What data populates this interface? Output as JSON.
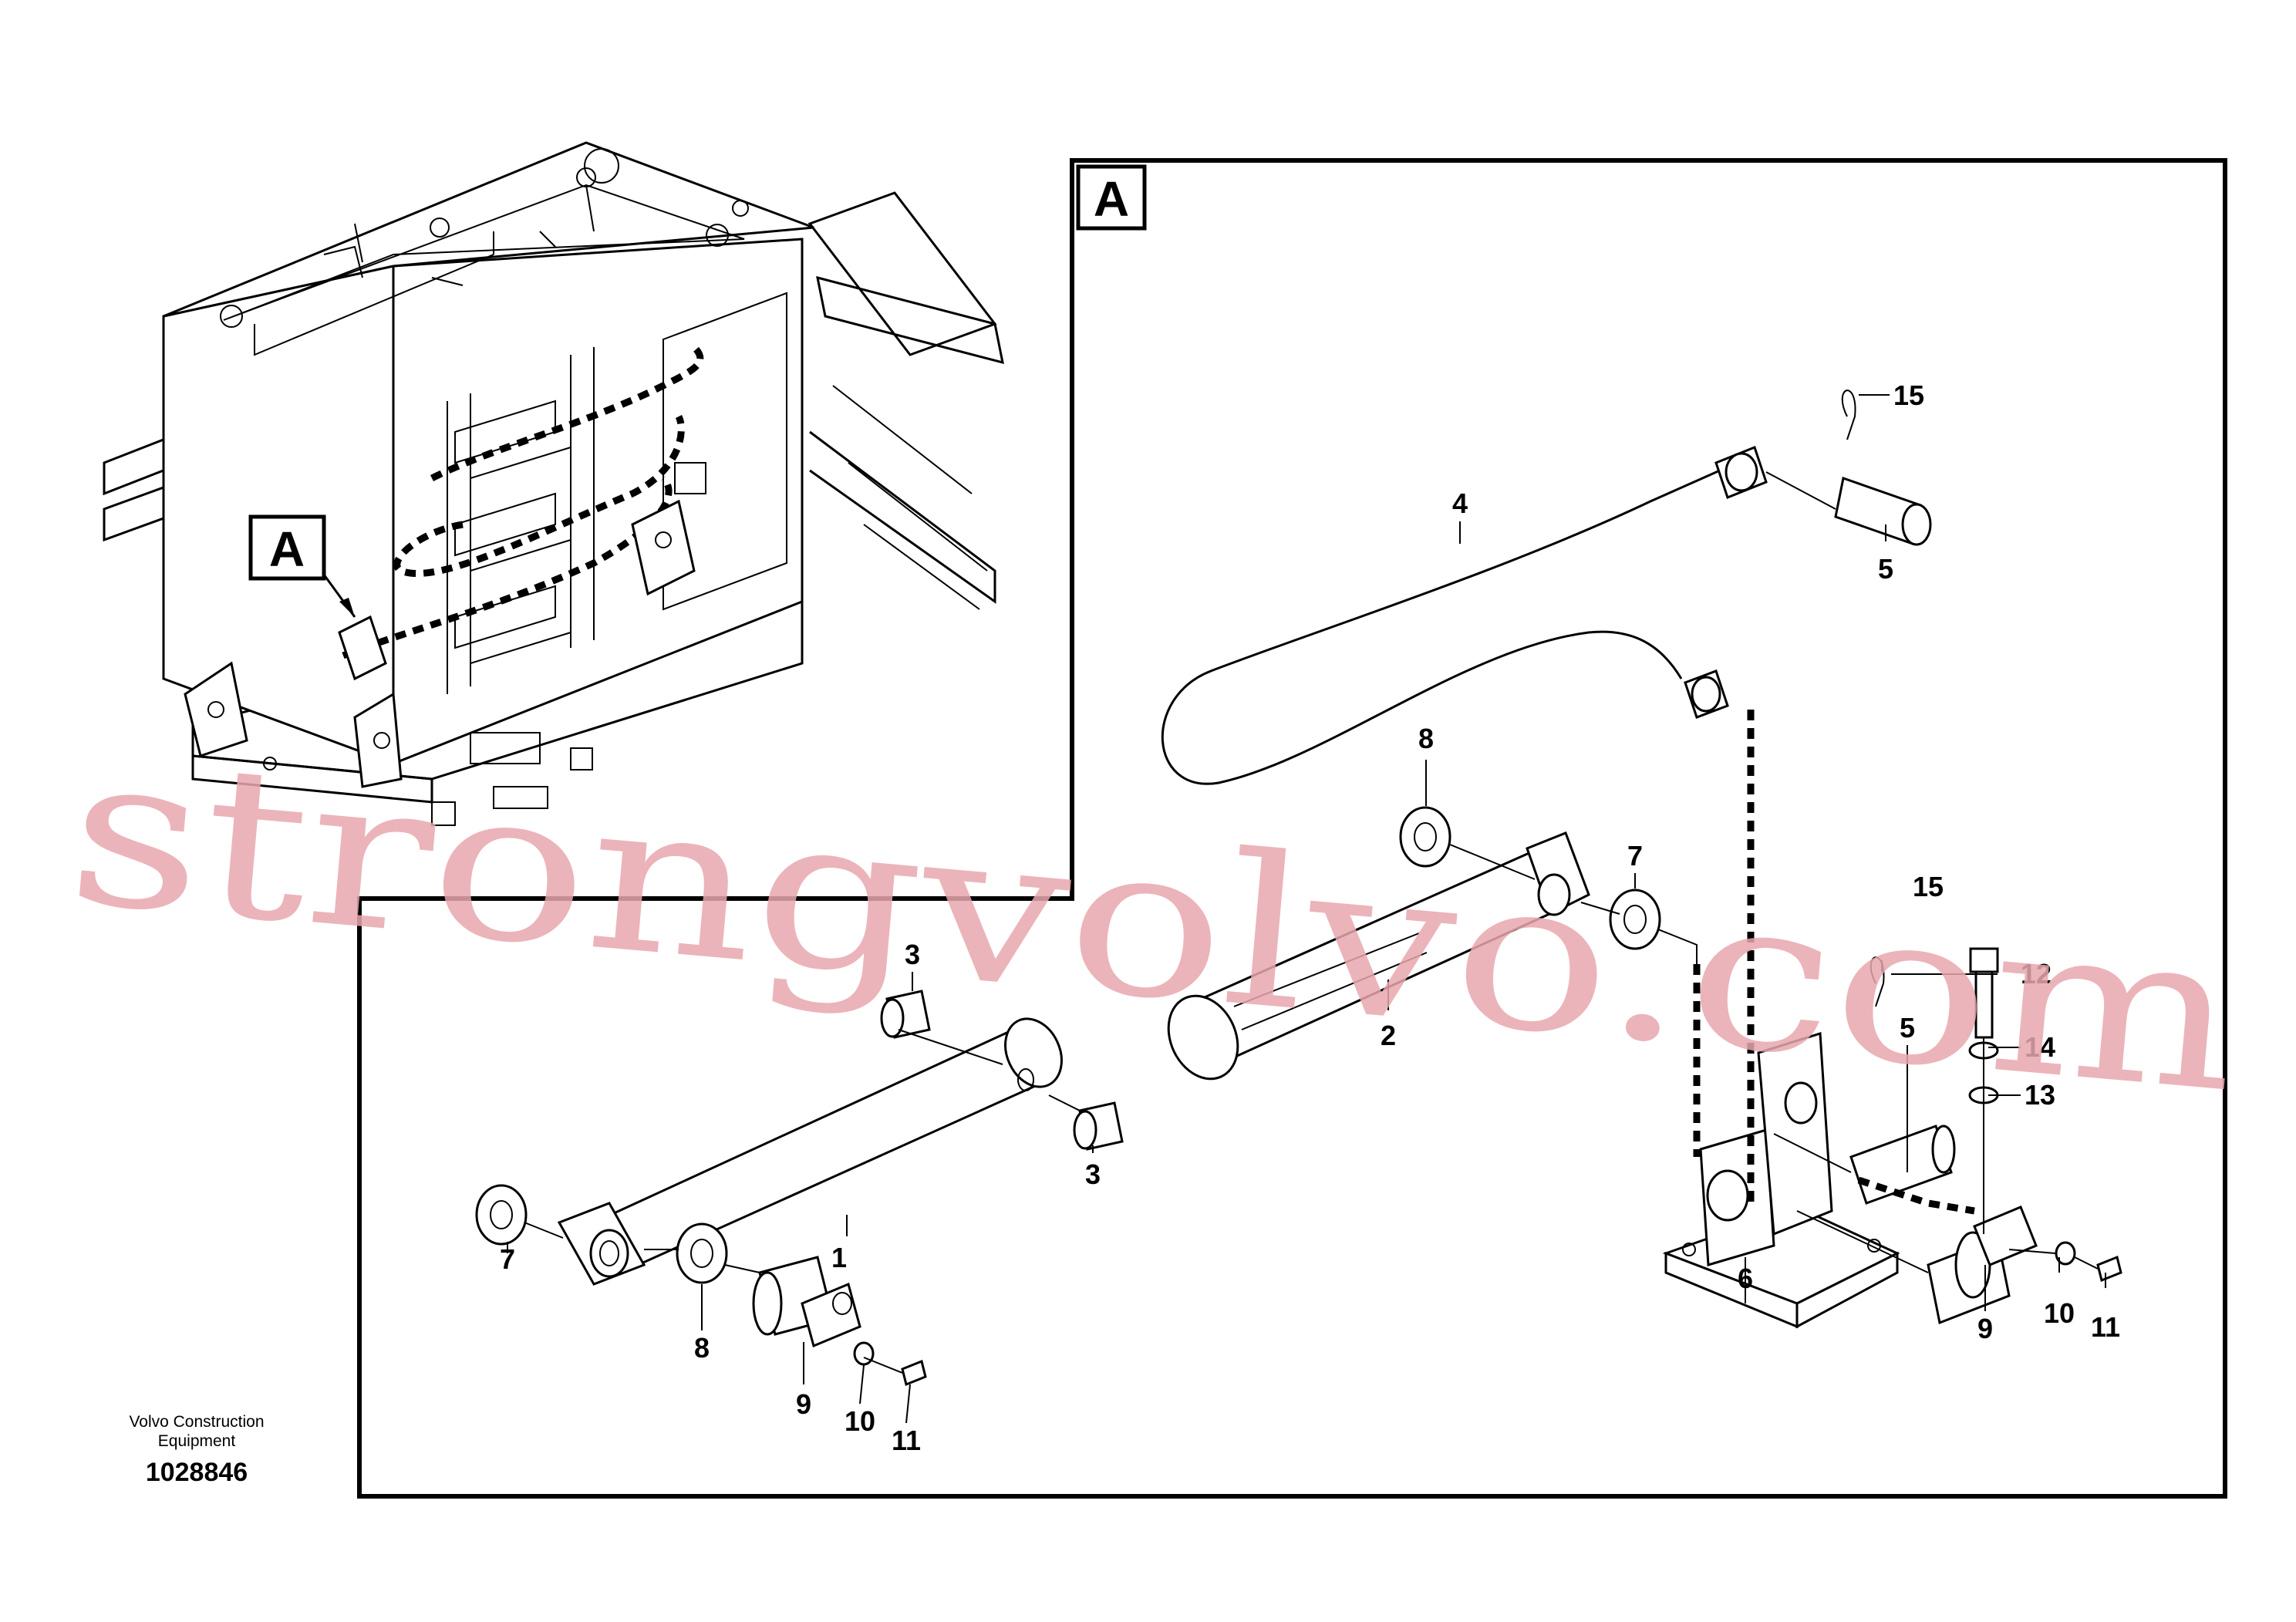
{
  "callout_letter": "A",
  "detail_letter": "A",
  "part_labels": {
    "p1": "1",
    "p2": "2",
    "p3a": "3",
    "p3b": "3",
    "p4": "4",
    "p5a": "5",
    "p5b": "5",
    "p6": "6",
    "p7a": "7",
    "p7b": "7",
    "p8a": "8",
    "p8b": "8",
    "p9a": "9",
    "p9b": "9",
    "p10a": "10",
    "p10b": "10",
    "p11a": "11",
    "p11b": "11",
    "p12": "12",
    "p13": "13",
    "p14": "14",
    "p15a": "15",
    "p15b": "15"
  },
  "footer": {
    "brand_line1": "Volvo Construction",
    "brand_line2": "Equipment",
    "drawing_number": "1028846"
  },
  "watermark": "strongvolvo.com"
}
